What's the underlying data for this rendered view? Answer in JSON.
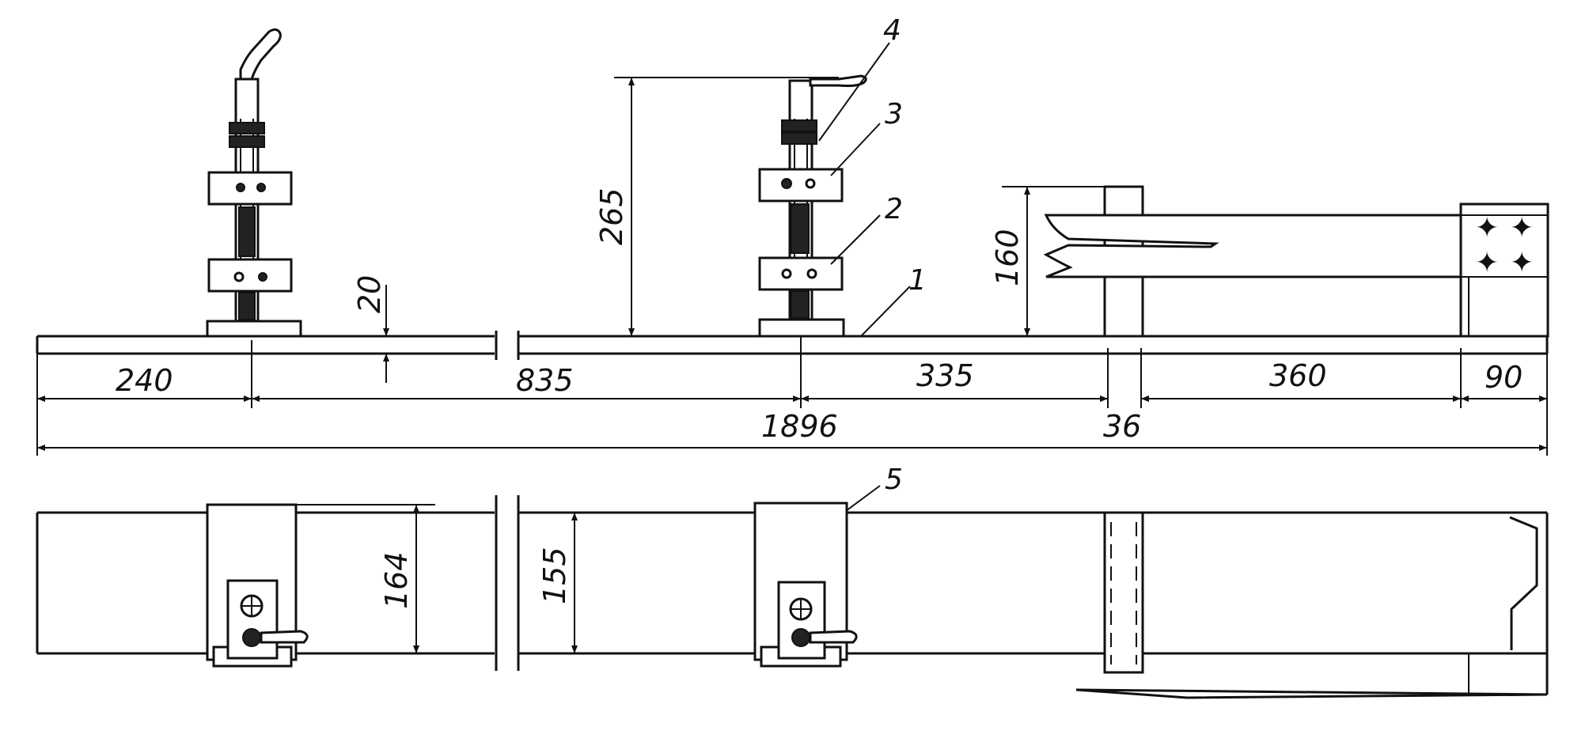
{
  "callouts": {
    "c1": "1",
    "c2": "2",
    "c3": "3",
    "c4": "4",
    "c5": "5"
  },
  "dimensions": {
    "d240": "240",
    "d20": "20",
    "d835": "835",
    "d265": "265",
    "d335": "335",
    "d160": "160",
    "d360": "360",
    "d90": "90",
    "d1896": "1896",
    "d36": "36",
    "d164": "164",
    "d155": "155"
  }
}
